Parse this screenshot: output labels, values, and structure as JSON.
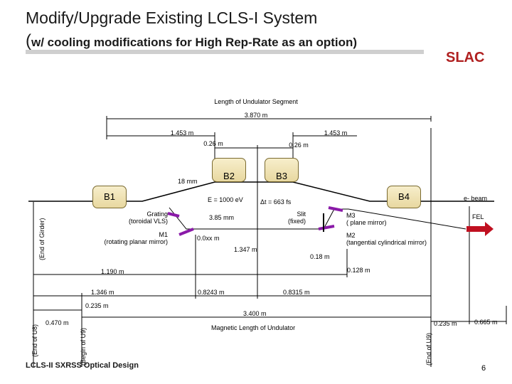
{
  "header": {
    "title": "Modify/Upgrade Existing LCLS-I System",
    "subtitle_paren": "(",
    "subtitle": "w/ cooling modifications for High Rep-Rate as an option)"
  },
  "logo": "SLAC",
  "footer": "LCLS-II SXRSS Optical Design",
  "page_number": "6",
  "labels": {
    "length_segment": "Length of Undulator Segment",
    "d_3870": "3.870 m",
    "d_1453_left": "1.453 m",
    "d_1453_right": "1.453 m",
    "d_026_left": "0.26 m",
    "d_026_right": "0.26 m",
    "d_18mm": "18 mm",
    "energy": "E = 1000 eV",
    "dt": "Δt = 663 fs",
    "d_385mm": "3.85 mm",
    "grating": "Grating\n(toroidal VLS)",
    "m1": "M1\n(rotating planar mirror)",
    "d_0xx": "0.0xx m",
    "d_1347": "1.347 m",
    "slit": "Slit\n(fixed)",
    "m3": "M3\n( plane mirror)",
    "m2": "M2\n(tangential cylindrical mirror)",
    "d_018": "0.18 m",
    "ebeam": "e- beam",
    "fel": "FEL",
    "d_1190": "1.190 m",
    "d_0128": "0.128 m",
    "d_1346": "1.346 m",
    "d_08243": "0.8243 m",
    "d_08315": "0.8315 m",
    "d_0235_left": "0.235 m",
    "d_3400": "3.400 m",
    "d_0470": "0.470 m",
    "magnetic_length": "Magnetic Length of Undulator",
    "d_0235_right": "0.235 m",
    "d_0665": "0.665 m",
    "end_of_girder": "(End of Girder)",
    "end_of_u8": "(End of U8)",
    "begin_of_u9": "(Begin of U9)",
    "end_of_u9": "(End of U9)"
  },
  "boxes": {
    "b1": "B1",
    "b2": "B2",
    "b3": "B3",
    "b4": "B4"
  },
  "colors": {
    "arrow": "#c01020",
    "mirror": "#8a1aa8",
    "logo": "#b02020"
  }
}
